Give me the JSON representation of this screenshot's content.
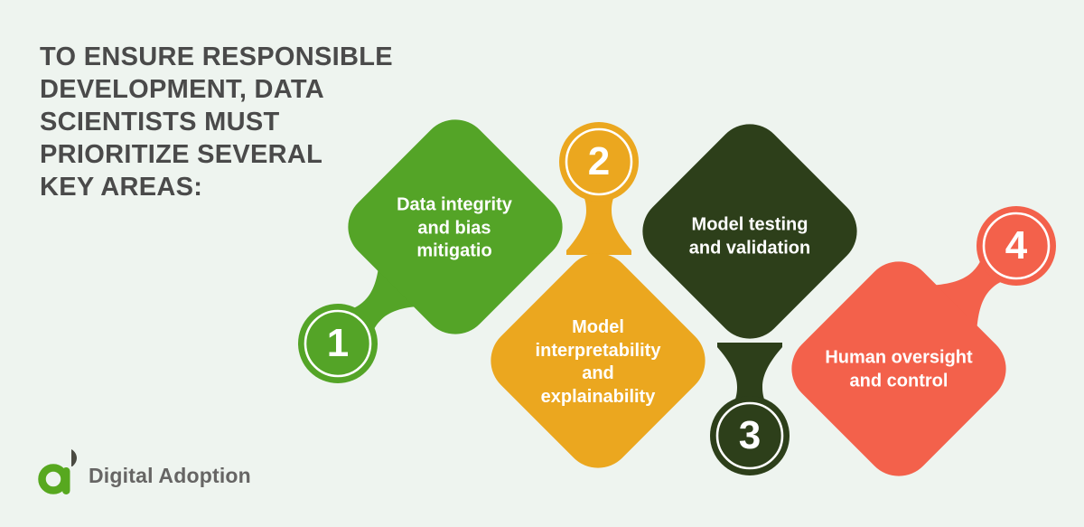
{
  "title": "TO ENSURE RESPONSIBLE\nDEVELOPMENT, DATA\nSCIENTISTS MUST\nPRIORITIZE SEVERAL\nKEY AREAS:",
  "items": [
    {
      "number": "1",
      "label": "Data integrity\nand bias\nmitigatio",
      "color": "#54A427"
    },
    {
      "number": "2",
      "label": "Model\ninterpretability\nand\nexplainability",
      "color": "#EBA71F"
    },
    {
      "number": "3",
      "label": "Model testing\nand validation",
      "color": "#2D3F1A"
    },
    {
      "number": "4",
      "label": "Human oversight\nand control",
      "color": "#F3614B"
    }
  ],
  "brand": {
    "name": "Digital Adoption"
  },
  "colors": {
    "background": "#EEF4EF",
    "title_text": "#4A4A4A",
    "green": "#54A427",
    "orange": "#EBA71F",
    "dark_green": "#2D3F1A",
    "red": "#F3614B",
    "brand_green": "#57A81F",
    "brand_mark_dark": "#4A4A42",
    "brand_text": "#666564",
    "label_text": "#FFFFFF"
  }
}
